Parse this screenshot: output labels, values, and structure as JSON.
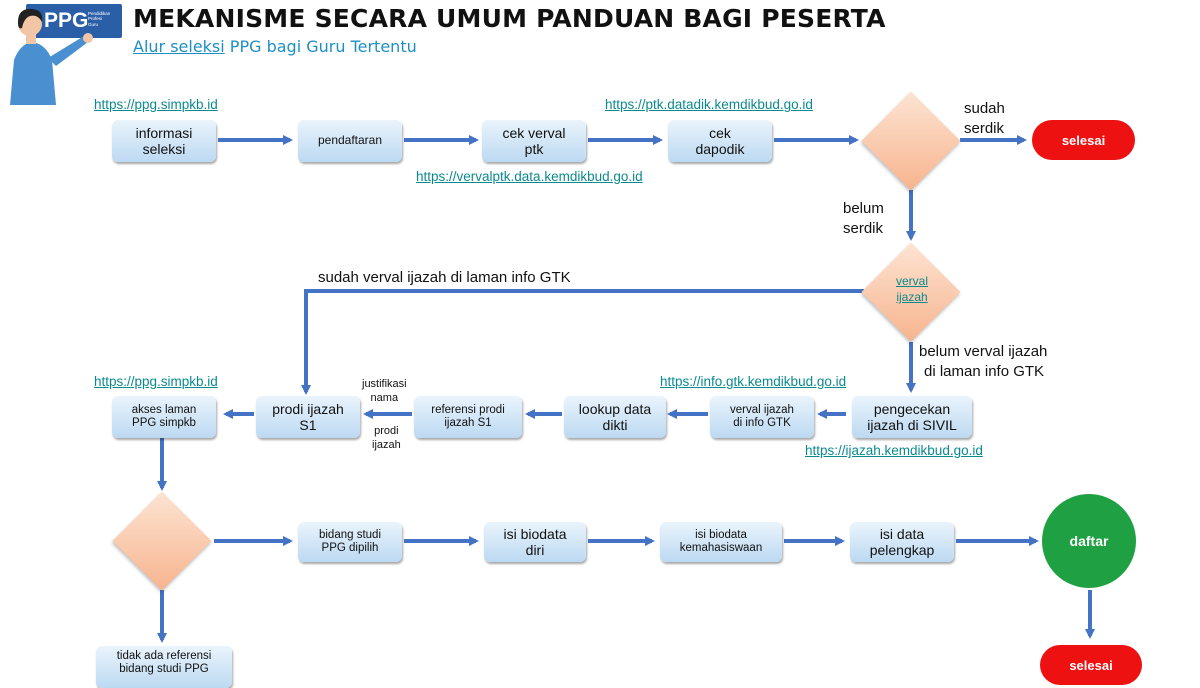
{
  "header": {
    "title": "MEKANISME SECARA UMUM PANDUAN BAGI PESERTA",
    "subtitle_link": "Alur seleksi",
    "subtitle_rest": " PPG bagi Guru Tertentu",
    "logo_text": "PPG",
    "logo_small": [
      "Pendidikan",
      "Profesi",
      "Guru"
    ]
  },
  "links": {
    "ppg1": "https://ppg.simpkb.id",
    "ptk": "https://ptk.datadik.kemdikbud.go.id",
    "vervalptk": "https://vervalptk.data.kemdikbud.go.id",
    "ppg2": "https://ppg.simpkb.id",
    "infogtk": "https://info.gtk.kemdikbud.go.id",
    "ijazah": "https://ijazah.kemdikbud.go.id"
  },
  "nodes": {
    "informasi": [
      "informasi",
      "seleksi"
    ],
    "pendaftaran": "pendaftaran",
    "cek_verval": [
      "cek verval",
      "ptk"
    ],
    "cek_dapodik": [
      "cek",
      "dapodik"
    ],
    "selesai1": "selesai",
    "verval_ijazah": [
      "verval",
      "ijazah"
    ],
    "pengecekan": [
      "pengecekan",
      "ijazah di SIVIL"
    ],
    "verval_info": [
      "verval ijazah",
      "di info GTK"
    ],
    "lookup": [
      "lookup data",
      "dikti"
    ],
    "referensi": [
      "referensi prodi",
      "ijazah S1"
    ],
    "prodi": [
      "prodi ijazah",
      "S1"
    ],
    "akses": [
      "akses laman",
      "PPG simpkb"
    ],
    "bidang": [
      "bidang studi",
      "PPG dipilih"
    ],
    "isi_biodata_diri": [
      "isi biodata",
      "diri"
    ],
    "isi_biodata_kem": [
      "isi biodata",
      "kemahasiswaan"
    ],
    "isi_data": [
      "isi data",
      "pelengkap"
    ],
    "daftar": "daftar",
    "selesai2": "selesai",
    "tidak_ada": [
      "tidak ada referensi",
      "bidang studi PPG"
    ]
  },
  "labels": {
    "sudah_serdik": [
      "sudah",
      "serdik"
    ],
    "belum_serdik": [
      "belum",
      "serdik"
    ],
    "sudah_verval": "sudah verval ijazah di laman info GTK",
    "belum_verval": [
      "belum verval ijazah",
      "di laman info GTK"
    ],
    "justifikasi": [
      "justifikasi",
      "nama"
    ],
    "prodi_ijazah": [
      "prodi",
      "ijazah"
    ]
  },
  "colors": {
    "arrow": "#4472c4",
    "link": "#0b8a8e",
    "selesai": "#ee1111",
    "daftar": "#1fa043"
  }
}
